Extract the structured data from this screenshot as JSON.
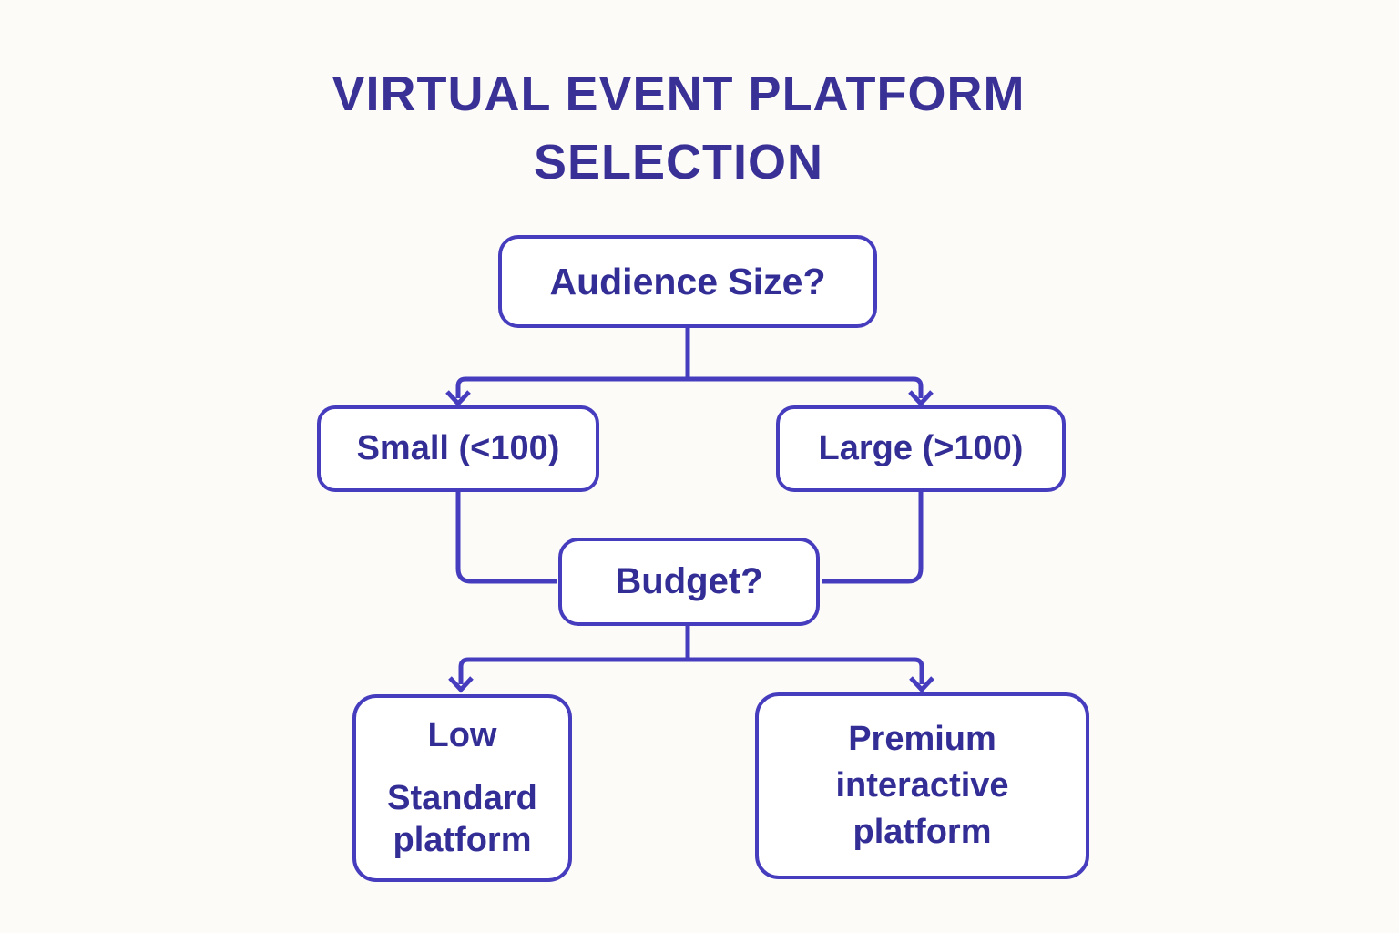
{
  "title": "VIRTUAL EVENT PLATFORM SELECTION",
  "diagram": {
    "type": "flowchart",
    "nodes": [
      {
        "id": "audience",
        "label": "Audience Size?"
      },
      {
        "id": "small",
        "label": "Small (<100)"
      },
      {
        "id": "large",
        "label": "Large (>100)"
      },
      {
        "id": "budget",
        "label": "Budget?"
      },
      {
        "id": "low_standard",
        "label_top": "Low",
        "label_bottom": "Standard platform"
      },
      {
        "id": "premium",
        "label": "Premium interactive platform"
      }
    ],
    "edges": [
      {
        "from": "audience",
        "to": "small",
        "arrow": true
      },
      {
        "from": "audience",
        "to": "large",
        "arrow": true
      },
      {
        "from": "small",
        "to": "budget",
        "arrow": false
      },
      {
        "from": "large",
        "to": "budget",
        "arrow": false
      },
      {
        "from": "budget",
        "to": "low_standard",
        "arrow": true
      },
      {
        "from": "budget",
        "to": "premium",
        "arrow": true
      }
    ]
  },
  "colors": {
    "accent": "#463CBE",
    "text": "#332D96",
    "title": "#3A3196",
    "node_fill": "#FFFFFF",
    "background": "#FCFBF8"
  }
}
